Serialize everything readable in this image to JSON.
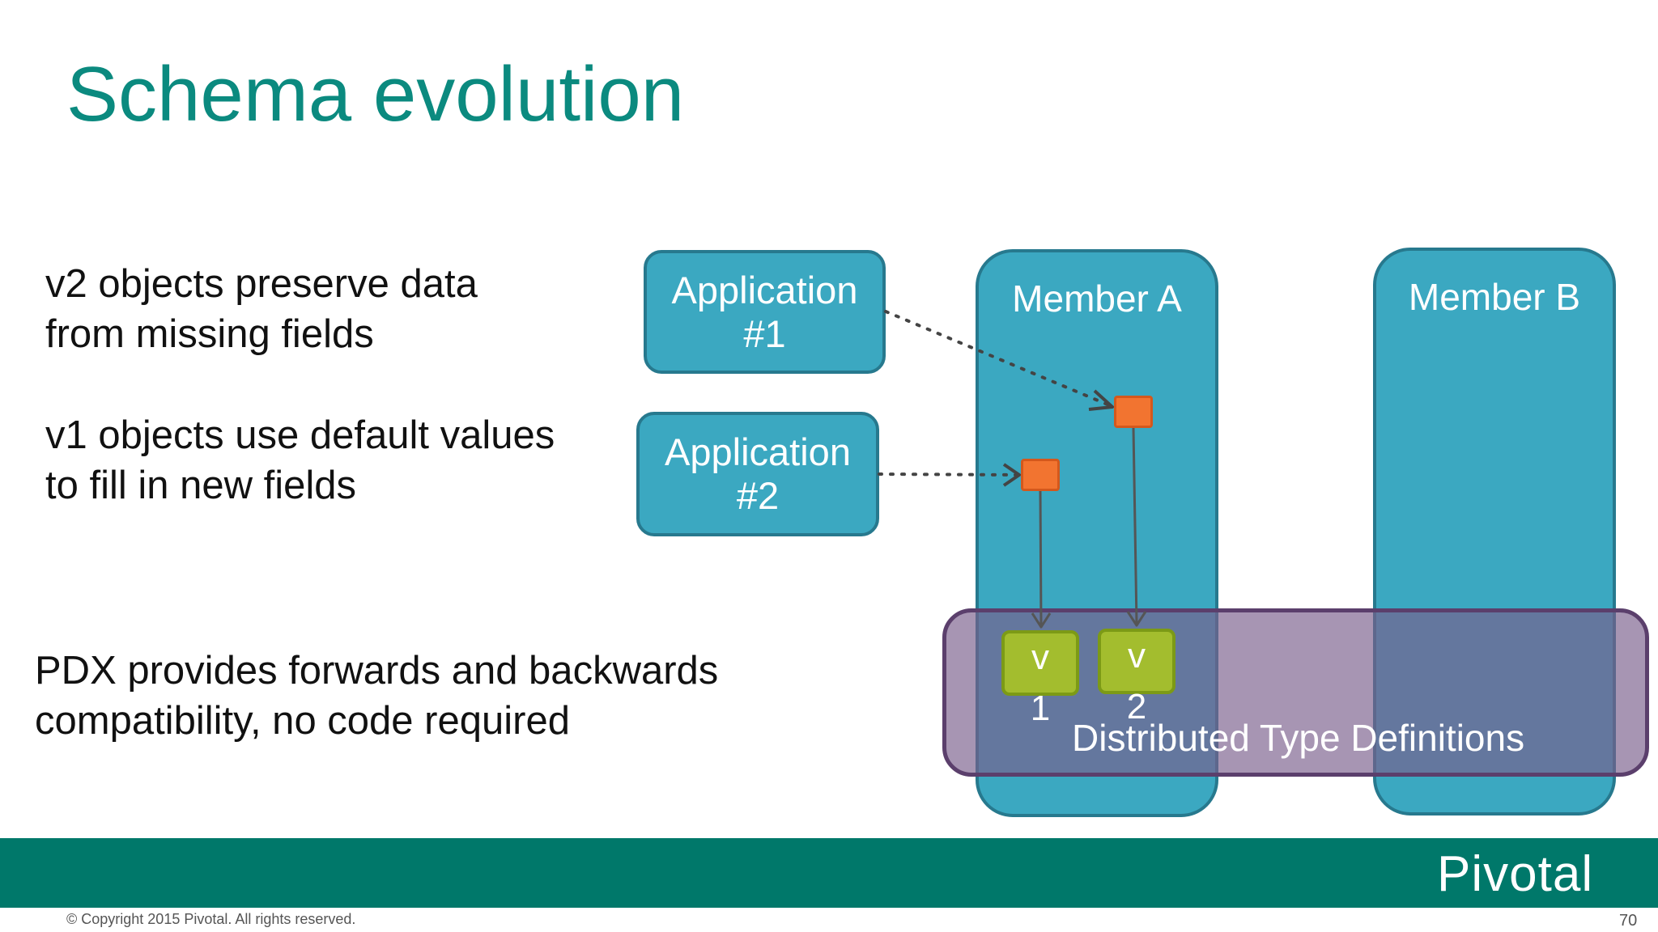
{
  "slide": {
    "title": "Schema evolution"
  },
  "bullets": [
    {
      "lines": [
        "v2 objects preserve data",
        "from missing fields"
      ]
    },
    {
      "lines": [
        "v1 objects use default values",
        "to fill in new fields"
      ]
    },
    {
      "lines": [
        "PDX provides forwards and backwards",
        "compatibility, no code required"
      ]
    }
  ],
  "diagram": {
    "applications": [
      {
        "line1": "Application",
        "line2": "#1"
      },
      {
        "line1": "Application",
        "line2": "#2"
      }
    ],
    "members": [
      {
        "label": "Member A"
      },
      {
        "label": "Member B"
      }
    ],
    "versions": [
      {
        "letter": "v",
        "number": "1"
      },
      {
        "letter": "v",
        "number": "2"
      }
    ],
    "type_definitions_label": "Distributed Type Definitions",
    "colors": {
      "box_fill": "#3ba8c1",
      "box_border": "#27798e",
      "object": "#f27430",
      "version": "#a3bd2e",
      "type_definitions": "#7a5e8c"
    }
  },
  "footer": {
    "logo": "Pivotal",
    "copyright": "© Copyright 2015 Pivotal. All rights reserved.",
    "page_number": "70",
    "band_color": "#00786a"
  },
  "theme": {
    "title_color": "#0b8a7f"
  }
}
